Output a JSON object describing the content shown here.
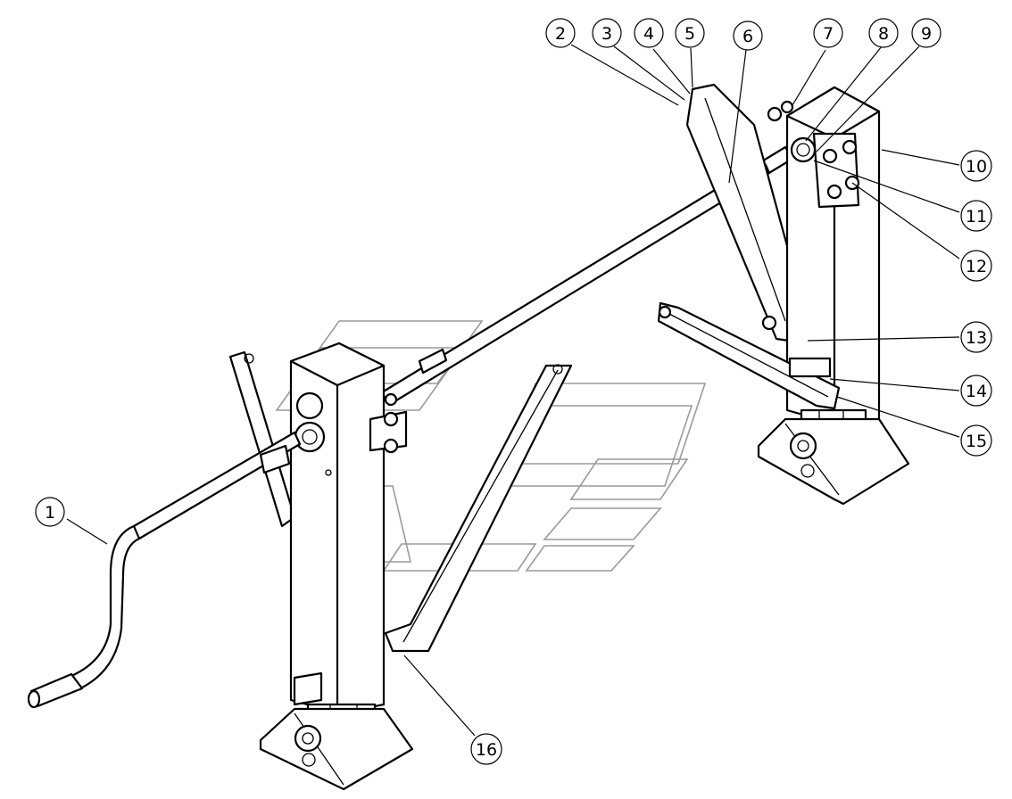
{
  "callouts": [
    {
      "id": 1,
      "label": "1"
    },
    {
      "id": 2,
      "label": "2"
    },
    {
      "id": 3,
      "label": "3"
    },
    {
      "id": 4,
      "label": "4"
    },
    {
      "id": 5,
      "label": "5"
    },
    {
      "id": 6,
      "label": "6"
    },
    {
      "id": 7,
      "label": "7"
    },
    {
      "id": 8,
      "label": "8"
    },
    {
      "id": 9,
      "label": "9"
    },
    {
      "id": 10,
      "label": "10"
    },
    {
      "id": 11,
      "label": "11"
    },
    {
      "id": 12,
      "label": "12"
    },
    {
      "id": 13,
      "label": "13"
    },
    {
      "id": 14,
      "label": "14"
    },
    {
      "id": 15,
      "label": "15"
    },
    {
      "id": 16,
      "label": "16"
    }
  ],
  "colors": {
    "line": "#000000",
    "watermark": "#9a9a9a",
    "background": "#ffffff"
  }
}
